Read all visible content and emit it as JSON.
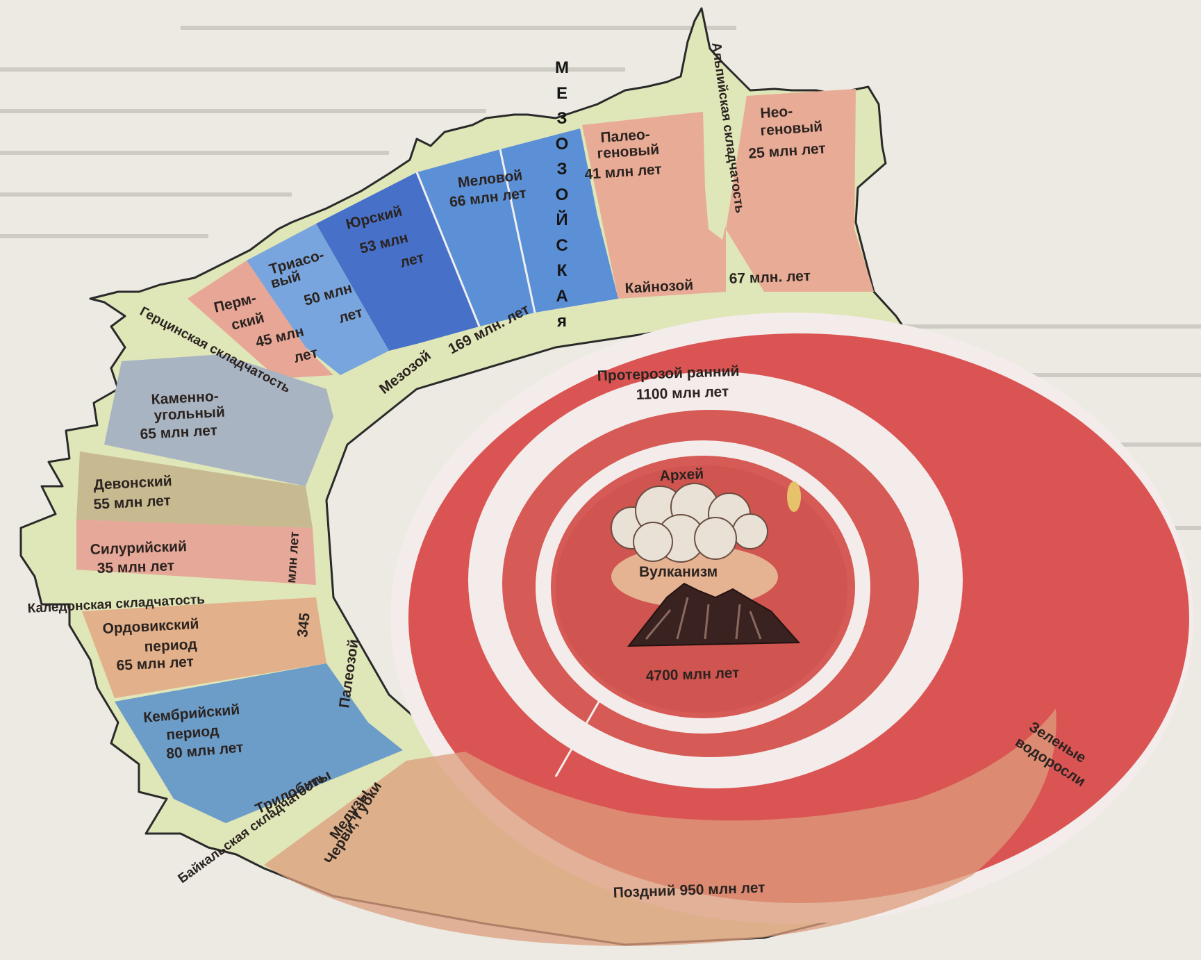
{
  "colors": {
    "paper": "#eceae2",
    "ridge": "#dfe6b8",
    "outer_ring": "#db5454",
    "inner_disc": "#d65a55",
    "white_band": "#f4ecea",
    "late_proterozoic": "#dc9d7c",
    "cenozoic": "#e8ab96",
    "triassic": "#78a5dd",
    "jurassic": "#4770c9",
    "cretaceous": "#5b8fd6",
    "permian": "#e7a696",
    "carboniferous": "#a9b4c2",
    "devonian": "#c7b990",
    "silurian": "#e6a898",
    "ordovician": "#e2b08a",
    "cambrian": "#6c9cc8"
  },
  "vertical_label": [
    "М",
    "Е",
    "З",
    "О",
    "З",
    "О",
    "Й",
    "С",
    "К",
    "А",
    "я"
  ],
  "periods": {
    "paleogene": {
      "name": [
        "Палео-",
        "геновый"
      ],
      "duration": "41 млн лет"
    },
    "neogene": {
      "name": [
        "Нео-",
        "геновый"
      ],
      "duration": "25 млн лет"
    },
    "cretaceous": {
      "name": "Меловой",
      "duration": "66 млн лет"
    },
    "jurassic": {
      "name": "Юрский",
      "duration": [
        "53 млн",
        "лет"
      ]
    },
    "triassic": {
      "name": [
        "Триасо-",
        "вый"
      ],
      "duration": [
        "50 млн",
        "лет"
      ]
    },
    "permian": {
      "name": [
        "Перм-",
        "ский"
      ],
      "duration": [
        "45 млн",
        "лет"
      ]
    },
    "carboniferous": {
      "name": [
        "Каменно-",
        "угольный"
      ],
      "duration": "65 млн лет"
    },
    "devonian": {
      "name": "Девонский",
      "duration": "55 млн лет"
    },
    "silurian": {
      "name": "Силурийский",
      "duration": "35 млн лет"
    },
    "ordovician": {
      "name": [
        "Ордовикский",
        "период"
      ],
      "duration": "65 млн лет"
    },
    "cambrian": {
      "name": [
        "Кембрийский",
        "период"
      ],
      "duration": "80 млн лет"
    }
  },
  "foldings": {
    "alpine": "Альпийская складчатость",
    "hercynian": "Герцинская складчатость",
    "caledonian": "Каледонская складчатость",
    "baikal": "Байкальская складчатость"
  },
  "eras": {
    "cenozoic": {
      "name": "Кайнозой",
      "duration": "67 млн. лет"
    },
    "mesozoic": {
      "name": "Мезозой",
      "duration": "169 млн. лет"
    },
    "paleozoic": {
      "name": "Палеозой",
      "duration_number": "345",
      "duration_unit": "млн лет"
    },
    "proterozoic_early": {
      "name": "Протерозой ранний",
      "duration": "1100 млн лет"
    },
    "proterozoic_late": "Поздний 950 млн лет",
    "archean": {
      "name": "Архей",
      "duration": "4700 млн лет"
    }
  },
  "life": {
    "trilobites": "Трилобиты",
    "jellyfish": [
      "Медузы",
      "Черви, Губки"
    ],
    "green_algae": [
      "Зеленые",
      "водоросли"
    ],
    "volcanism": "Вулканизм"
  }
}
